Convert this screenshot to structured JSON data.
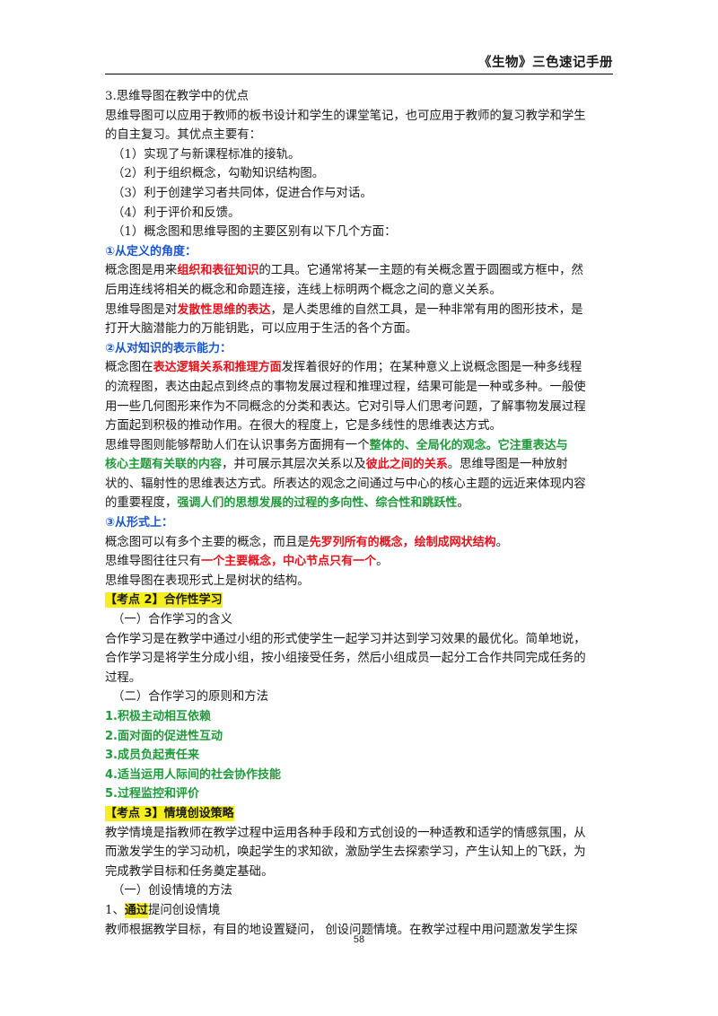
{
  "header": {
    "title": "《生物》三色速记手册"
  },
  "page_number": "58",
  "lines": {
    "l1": "3.思维导图在教学中的优点",
    "l2": "思维导图可以应用于教师的板书设计和学生的课堂笔记，也可应用于教师的复习教学和学生",
    "l3": "的自主复习。其优点主要有：",
    "l4": "（1）实现了与新课程标准的接轨。",
    "l5": "（2）利于组织概念，勾勒知识结构图。",
    "l6": "（3）利于创建学习者共同体，促进合作与对话。",
    "l7": "（4）利于评价和反馈。",
    "l8": "（1）概念图和思维导图的主要区别有以下几个方面：",
    "l9": "①从定义的角度：",
    "l10a": "概念图是用来",
    "l10b": "组织和表征知识",
    "l10c": "的工具。它通常将某一主题的有关概念置于圆圈或方框中，然",
    "l11": "后用连线将相关的概念和命题连接，连线上标明两个概念之间的意义关系。",
    "l12a": "思维导图是对",
    "l12b": "发散性思维的表达",
    "l12c": "，是人类思维的自然工具，是一种非常有用的图形技术，是",
    "l13": "打开大脑潜能力的万能钥匙，可以应用于生活的各个方面。",
    "l14": "②从对知识的表示能力：",
    "l15a": "概念图在",
    "l15b": "表达逻辑关系和推理方面",
    "l15c": "发挥着很好的作用；在某种意义上说概念图是一种多线程",
    "l16": "的流程图，表达由起点到终点的事物发展过程和推理过程，结果可能是一种或多种。一般使",
    "l17": "用一些几何图形来作为不同概念的分类和表达。它对引导人们思考问题，了解事物发展过程",
    "l18": "方面起到积极的推动作用。在很大的程度上，它是多线性的思维表达方式。",
    "l19a": "思维导图则能够帮助人们在认识事务方面拥有一个",
    "l19b": "整体的、全局化的观念。它注重表达与",
    "l20a": "核心主题有关联的内容",
    "l20b": "，并可展示其层次关系以及",
    "l20c": "彼此之间的关系",
    "l20d": "。思维导图是一种放射",
    "l21": "状的、辐射性的思维表达方式。所表达的观念之间通过与中心的核心主题的远近来体现内容",
    "l22a": "的重要程度，",
    "l22b": "强调人们的思想发展的过程的多向性、综合性和跳跃性",
    "l22c": "。",
    "l23": "③从形式上：",
    "l24a": "概念图可以有多个主要的概念，而且是",
    "l24b": "先罗列所有的概念，绘制成网状结构",
    "l24c": "。",
    "l25a": "思维导图往往只有",
    "l25b": "一个主要概念，中心节点只有一个",
    "l25c": "。",
    "l26": "思维导图在表现形式上是树状的结构。",
    "l27": "【考点 2】合作性学习",
    "l28": "（一）合作学习的含义",
    "l29": "合作学习是在教学中通过小组的形式使学生一起学习并达到学习效果的最优化。简单地说，",
    "l30": "合作学习是将学生分成小组，按小组接受任务，然后小组成员一起分工合作共同完成任务的",
    "l31": "过程。",
    "l32": "（二）合作学习的原则和方法",
    "l33": "1.积极主动相互依赖",
    "l34": "2.面对面的促进性互动",
    "l35": "3.成员负起责任来",
    "l36": "4.适当运用人际间的社会协作技能",
    "l37": "5.过程监控和评价",
    "l38": "【考点 3】情境创设策略",
    "l39": "教学情境是指教师在教学过程中运用各种手段和方式创设的一种适教和适学的情感氛围，从",
    "l40": "而激发学生的学习动机，唤起学生的求知欲，激励学生去探索学习，产生认知上的飞跃，为",
    "l41": "完成教学目标和任务奠定基础。",
    "l42": "（一）创设情境的方法",
    "l43a": "1、",
    "l43b": "通过",
    "l43c": "提问创设情境",
    "l44": "教师根据教学目标，有目的地设置疑问，  创设问题情境。在教学过程中用问题激发学生探"
  },
  "colors": {
    "blue": "#1a56c8",
    "green": "#1f9a3a",
    "red": "#e5121b",
    "highlight": "#f7ee1e"
  }
}
